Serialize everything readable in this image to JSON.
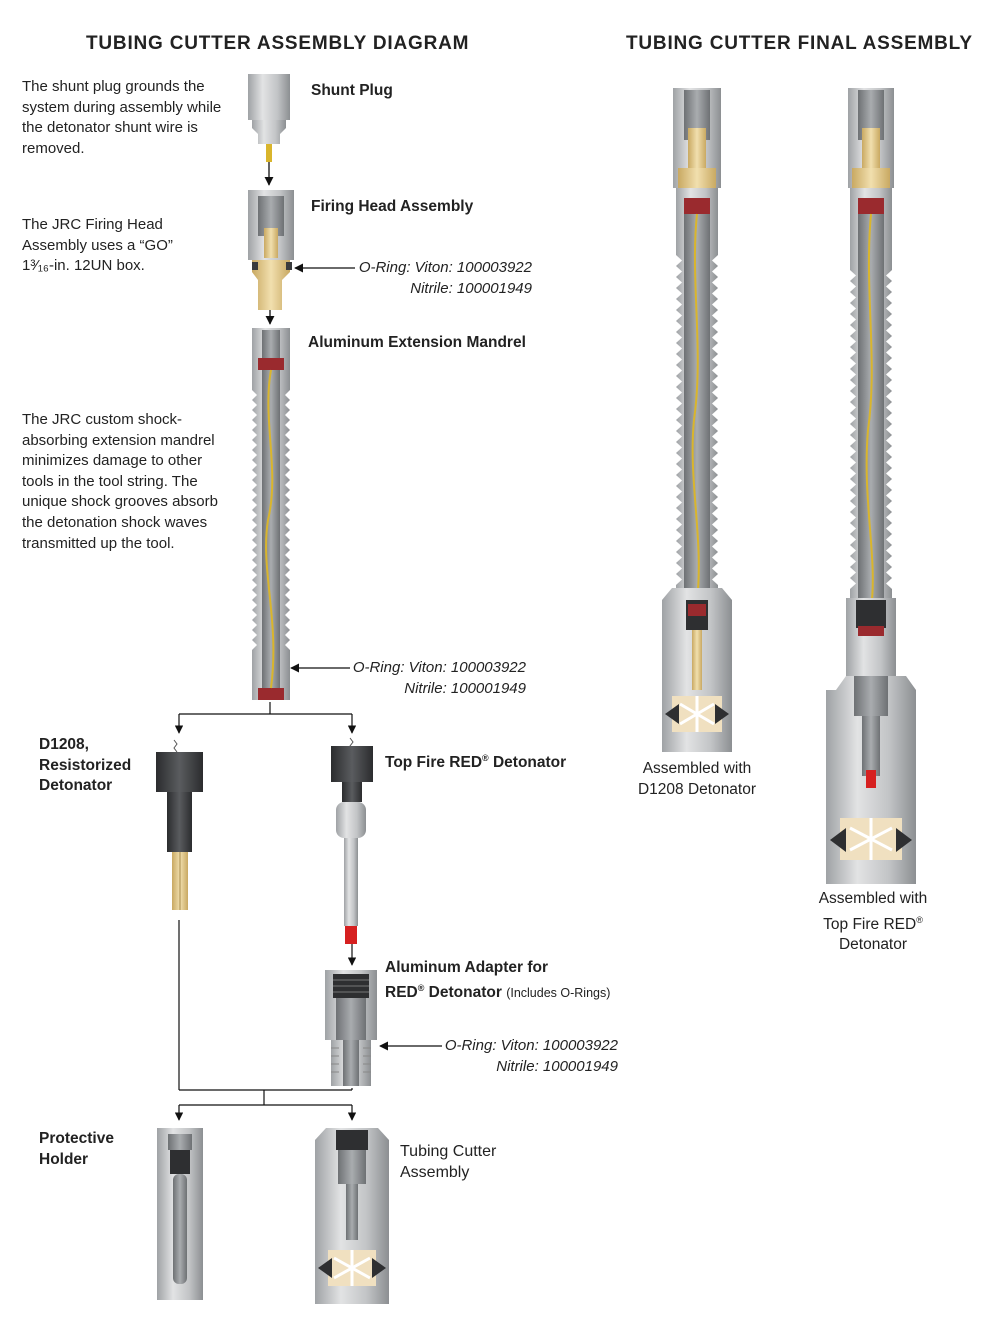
{
  "titles": {
    "left": "TUBING CUTTER ASSEMBLY DIAGRAM",
    "right": "TUBING CUTTER FINAL ASSEMBLY"
  },
  "descriptions": {
    "shunt": "The shunt plug grounds the system during assembly while the detonator shunt wire is removed.",
    "firing_head": "The JRC Firing Head Assembly uses a “GO” 1³⁄₁₆-in. 12UN box.",
    "mandrel": "The JRC custom shock-absorbing extension mandrel minimizes damage to other tools in the tool string. The unique shock grooves absorb the detonation shock waves transmitted up the tool."
  },
  "labels": {
    "shunt_plug": "Shunt Plug",
    "firing_head": "Firing Head Assembly",
    "mandrel": "Aluminum Extension Mandrel",
    "d1208_line1": "D1208,",
    "d1208_line2": "Resistorized",
    "d1208_line3": "Detonator",
    "topfire": "Top Fire RED",
    "reg": "®",
    "topfire_suffix": " Detonator",
    "adapter_line1": "Aluminum Adapter for",
    "adapter_line2_a": "RED",
    "adapter_line2_b": " Detonator",
    "adapter_note": "(Includes O-Rings)",
    "protective_line1": "Protective",
    "protective_line2": "Holder",
    "cutter_line1": "Tubing Cutter",
    "cutter_line2": "Assembly"
  },
  "orings": [
    {
      "viton": "O-Ring: Viton: 100003922",
      "nitrile": "Nitrile: 100001949"
    },
    {
      "viton": "O-Ring: Viton: 100003922",
      "nitrile": "Nitrile: 100001949"
    },
    {
      "viton": "O-Ring: Viton: 100003922",
      "nitrile": "Nitrile: 100001949"
    }
  ],
  "captions": {
    "d1208_line1": "Assembled with",
    "d1208_line2": "D1208 Detonator",
    "topfire_line1": "Assembled with",
    "topfire_line2": "Top Fire RED",
    "topfire_line3": "Detonator"
  },
  "colors": {
    "steel": "#c7c9cb",
    "steel_dark": "#8f9295",
    "brass": "#e3c98a",
    "red": "#9a2a2e",
    "detcord": "#d9b52c",
    "black_cap": "#3a3b3d"
  }
}
